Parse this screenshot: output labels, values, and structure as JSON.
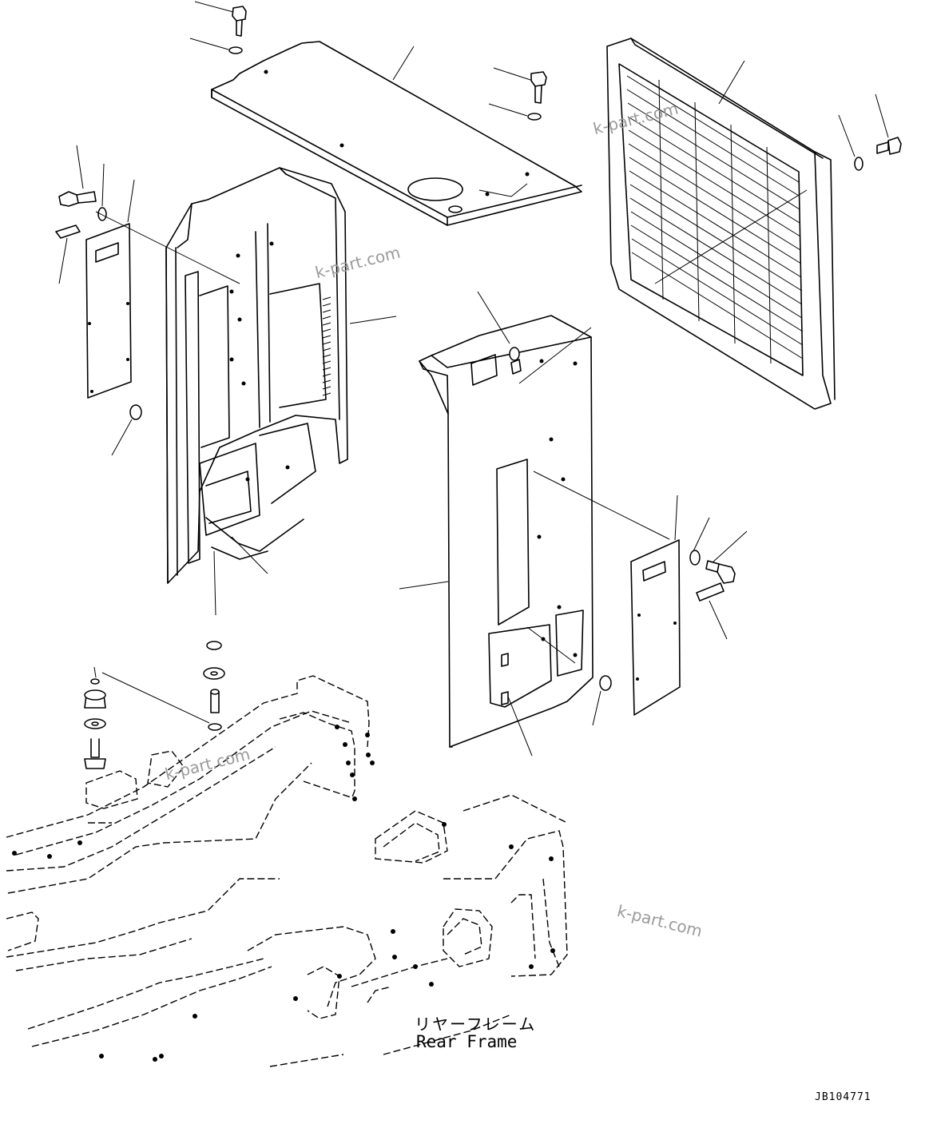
{
  "labels": {
    "rear_frame_jp": "リヤーフレーム",
    "rear_frame_en": "Rear Frame",
    "drawing_code": "JB104771"
  },
  "watermarks": [
    "k-part.com",
    "k-part.com",
    "k-part.com",
    "k-part.com"
  ],
  "colors": {
    "line": "#000000",
    "background": "#ffffff",
    "watermark": "#9a9a9a"
  }
}
